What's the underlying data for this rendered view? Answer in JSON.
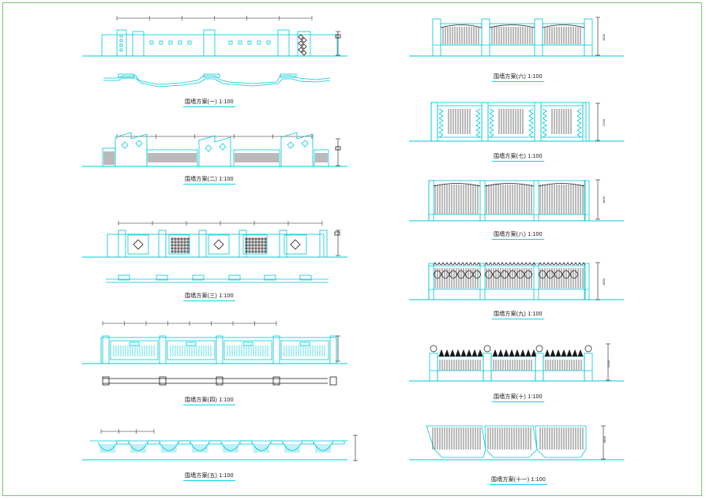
{
  "colors": {
    "cyan": "#00c8d8",
    "ink": "#1a1a1a",
    "frame": "#7cc47c"
  },
  "captions": {
    "plan_1": "围墙方案(一) 1:100",
    "plan_2": "围墙方案(二) 1:100",
    "plan_3": "围墙方案(三) 1:100",
    "plan_4": "围墙方案(四) 1:100",
    "plan_5": "围墙方案(五) 1:100",
    "plan_6": "围墙方案(六) 1:100",
    "plan_7": "围墙方案(七) 1:100",
    "plan_8": "围墙方案(八) 1:100",
    "plan_9": "围墙方案(九) 1:100",
    "plan_10": "围墙方案(十) 1:100",
    "plan_11": "围墙方案(十一) 1:100"
  },
  "heights": {
    "plan_6": "1800",
    "plan_7": "2200",
    "plan_8": "1800",
    "plan_9": "1800",
    "plan_10": "2200",
    "plan_11": "1800"
  }
}
